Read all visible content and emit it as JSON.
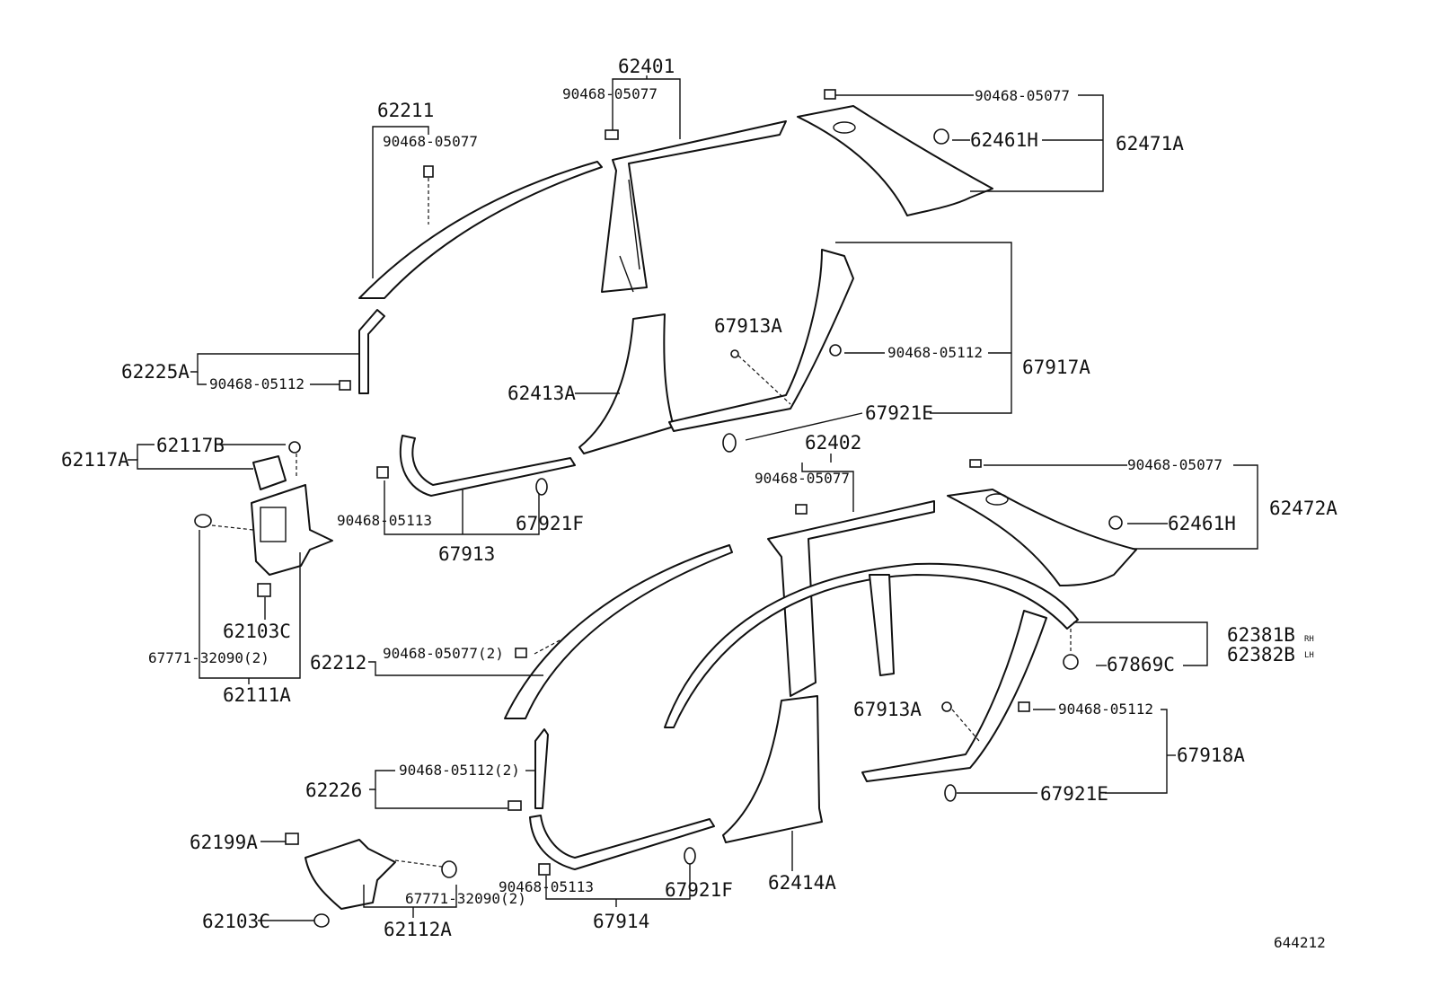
{
  "labels": {
    "p62401": "62401",
    "p62211": "62211",
    "c0507_a": "90468-05077",
    "c0507_b": "90468-05077",
    "c0507_c": "90468-05077",
    "p62461H_a": "62461H",
    "p62471A": "62471A",
    "p67913A_a": "67913A",
    "c0511_a": "90468-05112",
    "p67917A": "67917A",
    "p62225A": "62225A",
    "c0511_b": "90468-05112",
    "p62413A": "62413A",
    "p67921E_a": "67921E",
    "p62402": "62402",
    "c0507_d": "90468-05077",
    "c0507_e": "90468-05077",
    "p62117A": "62117A",
    "p62117B": "62117B",
    "c0511_3_a": "90468-05113",
    "p67921F_a": "67921F",
    "p62472A": "62472A",
    "p62461H_b": "62461H",
    "p67913": "67913",
    "p62103C_a": "62103C",
    "p67771_a": "67771-32090(2)",
    "p62212": "62212",
    "c0507_2": "90468-05077(2)",
    "p62381B": "62381B",
    "p62382B": "62382B",
    "rh": "RH",
    "lh": "LH",
    "p67869C": "67869C",
    "p62111A": "62111A",
    "p67913A_b": "67913A",
    "c0511_c": "90468-05112",
    "p67918A": "67918A",
    "c0511_2": "90468-05112(2)",
    "p62226": "62226",
    "p67921E_b": "67921E",
    "p62199A": "62199A",
    "p67771_b": "67771-32090(2)",
    "c0511_3_b": "90468-05113",
    "p67921F_b": "67921F",
    "p62414A": "62414A",
    "p62103C_b": "62103C",
    "p62112A": "62112A",
    "p67914": "67914",
    "ref": "644212"
  }
}
